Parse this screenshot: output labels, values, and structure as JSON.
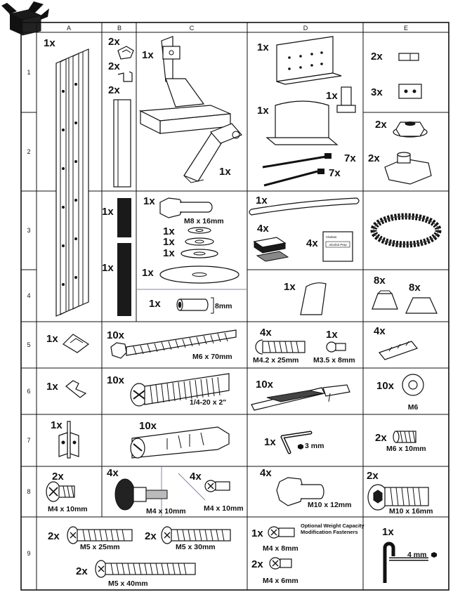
{
  "columns": [
    "A",
    "B",
    "C",
    "D",
    "E"
  ],
  "rows": [
    "1",
    "2",
    "3",
    "4",
    "5",
    "6",
    "7",
    "8",
    "9"
  ],
  "parts": {
    "a1": {
      "qty": "1x"
    },
    "b1a": {
      "qty": "2x"
    },
    "b1b": {
      "qty": "2x"
    },
    "b1c": {
      "qty": "2x"
    },
    "b3": {
      "qty": "1x"
    },
    "b4": {
      "qty": "1x"
    },
    "c1": {
      "qty": "1x"
    },
    "c2": {
      "qty": "1x"
    },
    "c3_bolt": {
      "qty": "1x",
      "size": "M8 x 16mm"
    },
    "c3_w1": {
      "qty": "1x"
    },
    "c3_w2": {
      "qty": "1x"
    },
    "c3_w3": {
      "qty": "1x"
    },
    "c3_w4": {
      "qty": "1x"
    },
    "c4_spacer": {
      "qty": "1x",
      "size": "8mm"
    },
    "d1_plate": {
      "qty": "1x"
    },
    "d1_clip": {
      "qty": "1x"
    },
    "d2_bracket": {
      "qty": "1x"
    },
    "d2_tie1": {
      "qty": "7x"
    },
    "d2_tie2": {
      "qty": "7x"
    },
    "d3_strip": {
      "qty": "1x"
    },
    "d3_pads": {
      "qty": "4x"
    },
    "d3_wipes": {
      "qty": "4x",
      "text": "Alcohol Prep",
      "brand": "Claritas"
    },
    "d4_cover": {
      "qty": "1x"
    },
    "e1a": {
      "qty": "2x"
    },
    "e1b": {
      "qty": "3x"
    },
    "e2a": {
      "qty": "2x"
    },
    "e2b": {
      "qty": "2x"
    },
    "e4a": {
      "qty": "8x"
    },
    "e4b": {
      "qty": "8x"
    },
    "a5": {
      "qty": "1x"
    },
    "a6": {
      "qty": "1x"
    },
    "a7": {
      "qty": "1x"
    },
    "a8": {
      "qty": "2x",
      "size": "M4 x 10mm"
    },
    "c5": {
      "qty": "10x",
      "size": "M6 x 70mm"
    },
    "c6": {
      "qty": "10x",
      "size": "1/4-20 x 2\""
    },
    "c7": {
      "qty": "10x"
    },
    "c8a": {
      "qty": "4x",
      "size": "M4 x 10mm"
    },
    "c8b": {
      "qty": "4x",
      "size": "M4 x 10mm"
    },
    "d5a": {
      "qty": "4x",
      "size": "M4.2 x 25mm"
    },
    "d5b": {
      "qty": "1x",
      "size": "M3.5 x 8mm"
    },
    "d6": {
      "qty": "10x"
    },
    "d7": {
      "qty": "1x",
      "size": "3 mm"
    },
    "d8": {
      "qty": "4x",
      "size": "M10 x 12mm"
    },
    "e5": {
      "qty": "4x"
    },
    "e6": {
      "qty": "10x",
      "size": "M6"
    },
    "e7": {
      "qty": "2x",
      "size": "M6 x 10mm"
    },
    "e8": {
      "qty": "2x",
      "size": "M10 x 16mm"
    },
    "a9a": {
      "qty": "2x",
      "size": "M5 x 25mm"
    },
    "a9b": {
      "qty": "2x",
      "size": "M5 x 30mm"
    },
    "a9c": {
      "qty": "2x",
      "size": "M5 x 40mm"
    },
    "d9_note": "Optional Weight Capacity Modification Fasteners",
    "d9a": {
      "qty": "1x",
      "size": "M4 x 8mm"
    },
    "d9b": {
      "qty": "2x",
      "size": "M4 x 6mm"
    },
    "e9": {
      "qty": "1x",
      "size": "4 mm"
    }
  },
  "icons": {
    "header": "open-box-icon"
  },
  "colors": {
    "ink": "#111111",
    "grid": "#111111",
    "divider": "#7a8aa8"
  }
}
